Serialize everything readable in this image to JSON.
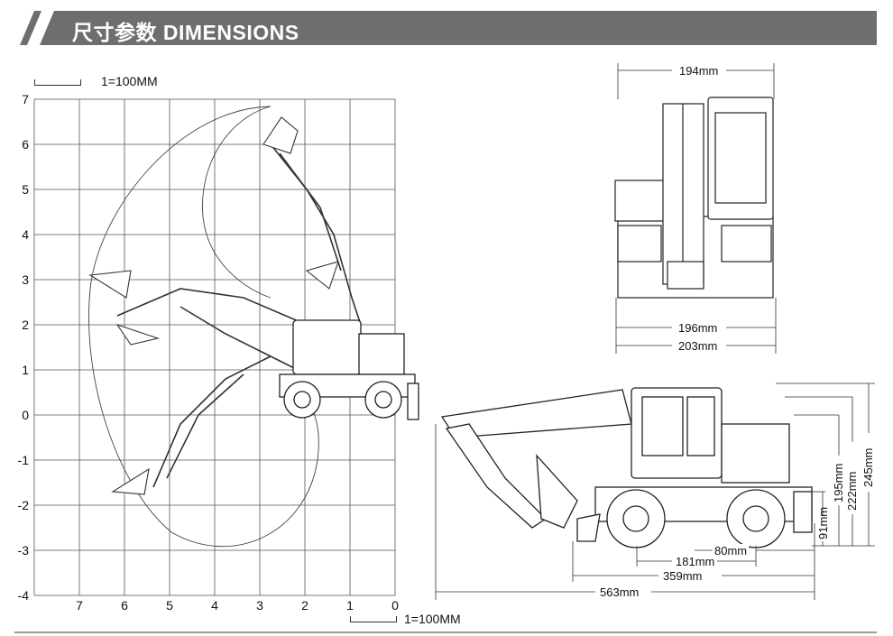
{
  "header": {
    "title": "尺寸参数  DIMENSIONS"
  },
  "scale_labels": {
    "top": "1=100MM",
    "bottom": "1=100MM"
  },
  "grid": {
    "y_ticks": [
      "7",
      "6",
      "5",
      "4",
      "3",
      "2",
      "1",
      "0",
      "-1",
      "-2",
      "-3",
      "-4"
    ],
    "x_ticks": [
      "7",
      "6",
      "5",
      "4",
      "3",
      "2",
      "1",
      "0"
    ]
  },
  "front_view": {
    "top_width": "194mm",
    "track_width": "196mm",
    "overall_width": "203mm"
  },
  "side_view": {
    "rear_to_wheel": "80mm",
    "wheelbase": "181mm",
    "chassis_length": "359mm",
    "overall_length": "563mm",
    "height_ground": "91mm",
    "height_body": "195mm",
    "height_cab": "222mm",
    "height_overall": "245mm"
  },
  "colors": {
    "header_bg": "#6e6e70",
    "line": "#333333"
  }
}
